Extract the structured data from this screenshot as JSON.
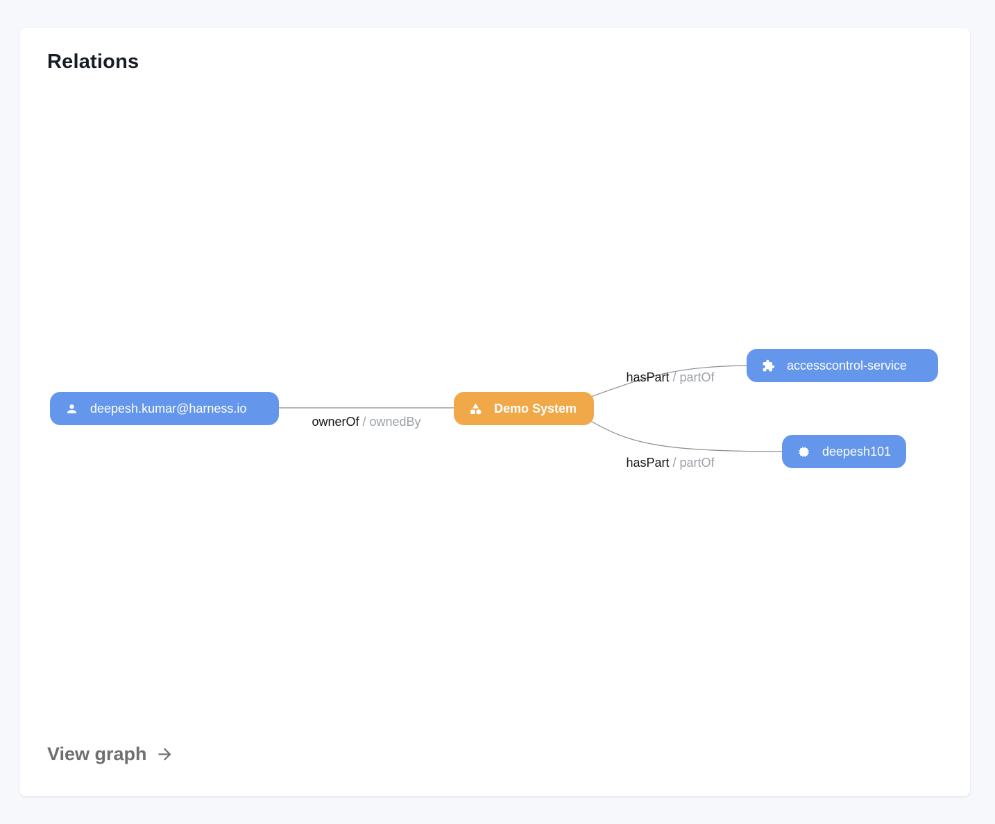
{
  "card": {
    "title": "Relations",
    "view_graph_label": "View graph"
  },
  "graph": {
    "nodes": [
      {
        "id": "user",
        "label": "deepesh.kumar@harness.io",
        "icon": "user-icon",
        "color": "#6496ec"
      },
      {
        "id": "demo-system",
        "label": "Demo System",
        "icon": "shapes-icon",
        "color": "#f0a848"
      },
      {
        "id": "accesscontrol-service",
        "label": "accesscontrol-service",
        "icon": "puzzle-icon",
        "color": "#6496ec"
      },
      {
        "id": "deepesh101",
        "label": "deepesh101",
        "icon": "chip-icon",
        "color": "#6496ec"
      }
    ],
    "edges": [
      {
        "from": "user",
        "to": "demo-system",
        "label": "ownerOf",
        "label_muted": "/ ownedBy"
      },
      {
        "from": "demo-system",
        "to": "accesscontrol-service",
        "label": "hasPart",
        "label_muted": "/ partOf"
      },
      {
        "from": "demo-system",
        "to": "deepesh101",
        "label": "hasPart",
        "label_muted": "/ partOf"
      }
    ]
  },
  "colors": {
    "node_blue": "#6496ec",
    "node_orange": "#f0a848",
    "edge_stroke": "#8c8c8c",
    "edge_label_muted": "#9ba1a8",
    "title_text": "#181c24",
    "view_graph_text": "#6f6f6f",
    "page_background": "#f6f8fc",
    "card_background": "#ffffff"
  }
}
